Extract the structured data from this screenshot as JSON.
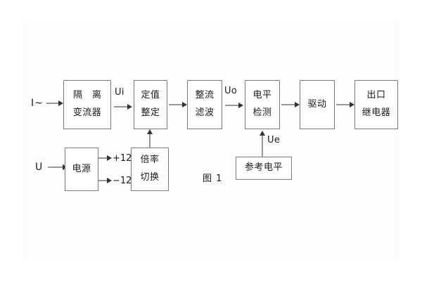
{
  "figure": {
    "caption": "图 1",
    "blocks": [
      {
        "id": "isolation-ct",
        "lines": [
          "隔 离",
          "变流器"
        ]
      },
      {
        "id": "setting",
        "lines": [
          "定值",
          "整定"
        ]
      },
      {
        "id": "rectify-filter",
        "lines": [
          "整流",
          "滤波"
        ]
      },
      {
        "id": "level-detect",
        "lines": [
          "电平",
          "检测"
        ]
      },
      {
        "id": "drive",
        "lines": [
          "驱动"
        ]
      },
      {
        "id": "output-relay",
        "lines": [
          "出口",
          "继电器"
        ]
      },
      {
        "id": "power-supply",
        "lines": [
          "电源"
        ]
      },
      {
        "id": "ratio-switch",
        "lines": [
          "倍率",
          "切换"
        ]
      },
      {
        "id": "reference-level",
        "lines": [
          "参考电平"
        ]
      }
    ],
    "signals": {
      "current_input": "I~",
      "ui": "Ui",
      "uo": "Uo",
      "ue": "Ue",
      "voltage_input": "U",
      "rail_positive": "+12V",
      "rail_negative": "−12V"
    },
    "colors": {
      "box_border": "#7a7a7a",
      "line": "#333333",
      "text": "#1a1a1a",
      "background": "#ffffff"
    }
  }
}
